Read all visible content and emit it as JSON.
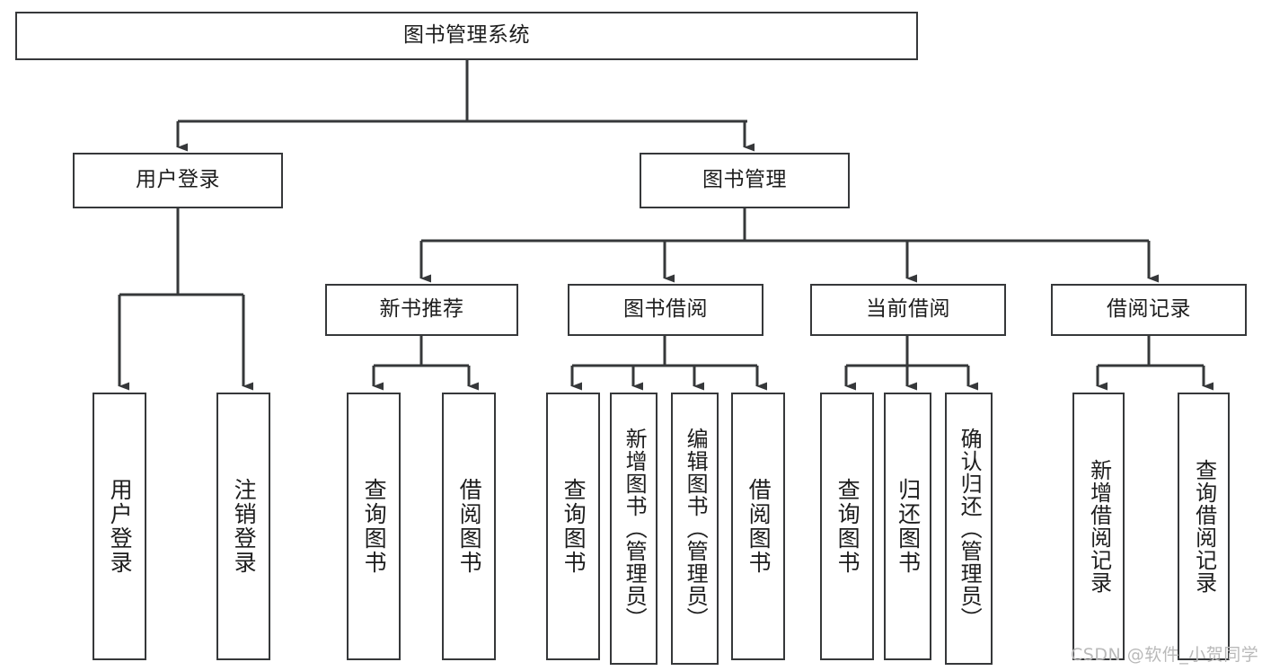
{
  "diagram": {
    "title": "图书管理系统",
    "type": "tree-hierarchy-chart",
    "colors": {
      "box_border": "#36383a",
      "box_fill": "#ffffff",
      "edge": "#36383a",
      "text": "#1d1d1d",
      "watermark": "#b9b9b9",
      "background": "#ffffff"
    }
  },
  "nodes": {
    "root": {
      "label": "图书管理系统"
    },
    "level2": [
      {
        "label": "用户登录"
      },
      {
        "label": "图书管理"
      }
    ],
    "level3": [
      {
        "label": "新书推荐"
      },
      {
        "label": "图书借阅"
      },
      {
        "label": "当前借阅"
      },
      {
        "label": "借阅记录"
      }
    ],
    "leaves": {
      "user_login": [
        {
          "label": "用户登录"
        },
        {
          "label": "注销登录"
        }
      ],
      "new_book_recommend": [
        {
          "label": "查询图书"
        },
        {
          "label": "借阅图书"
        }
      ],
      "book_borrow": [
        {
          "label": "查询图书"
        },
        {
          "label": "新增图书（管理员）"
        },
        {
          "label": "编辑图书（管理员）"
        },
        {
          "label": "借阅图书"
        }
      ],
      "current_borrow": [
        {
          "label": "查询图书"
        },
        {
          "label": "归还图书"
        },
        {
          "label": "确认归还（管理员）"
        }
      ],
      "borrow_record": [
        {
          "label": "新增借阅记录"
        },
        {
          "label": "查询借阅记录"
        }
      ]
    }
  },
  "watermark": {
    "text": "CSDN @软件_小贺同学"
  }
}
